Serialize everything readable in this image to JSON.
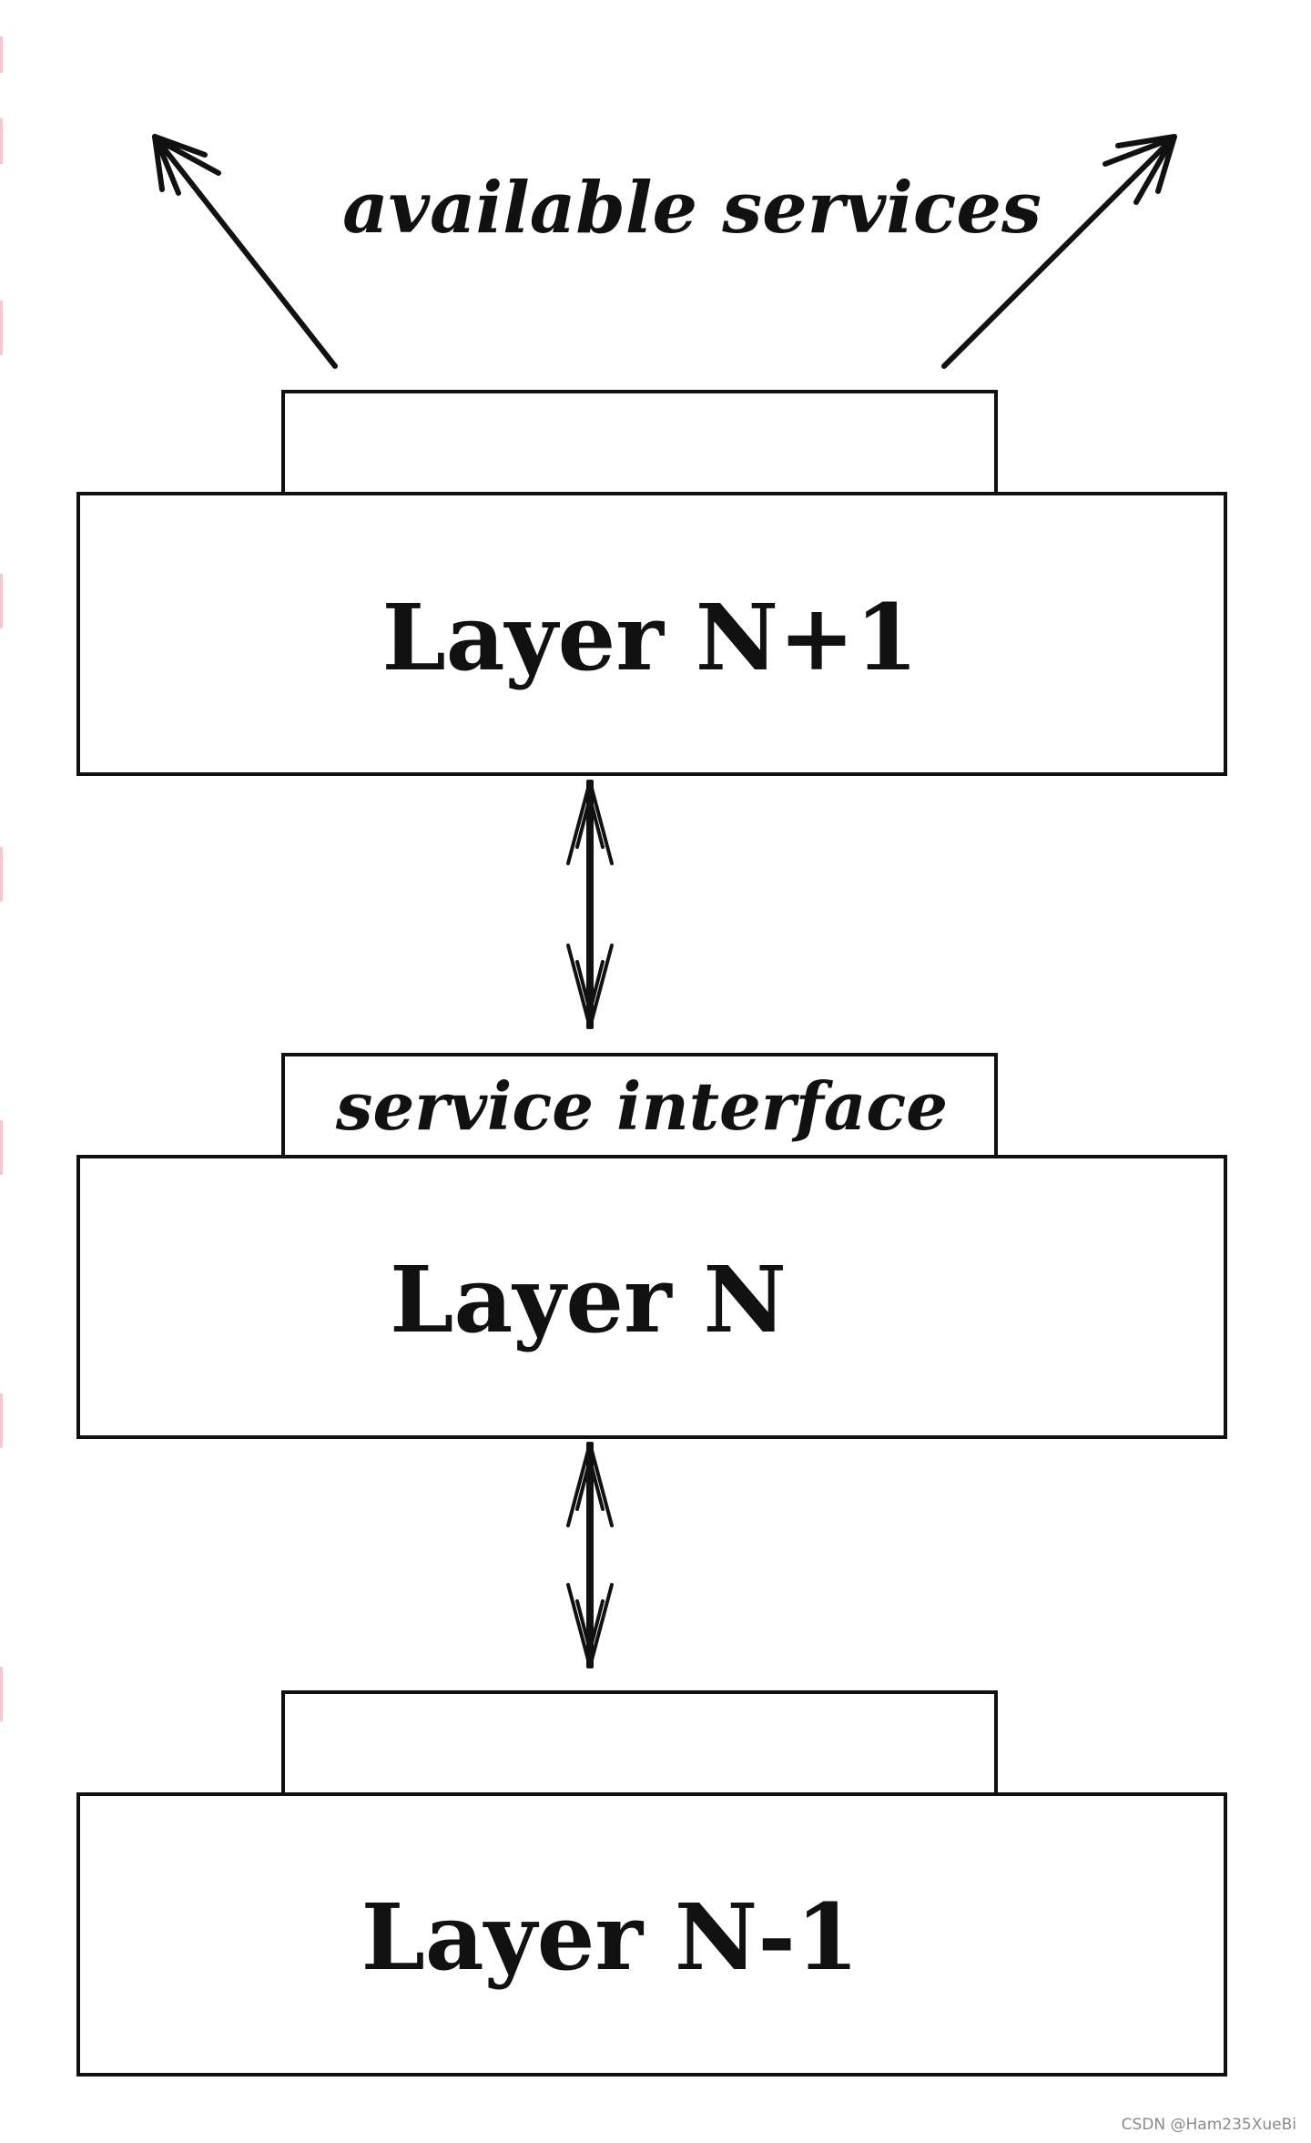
{
  "diagram": {
    "top_label": "available services",
    "interface_label": "service interface",
    "layers": [
      {
        "label": "Layer N+1"
      },
      {
        "label": "Layer N"
      },
      {
        "label": "Layer N-1"
      }
    ]
  },
  "watermark": "CSDN @Ham235XueBi",
  "colors": {
    "stroke": "#111111",
    "background": "#ffffff"
  }
}
